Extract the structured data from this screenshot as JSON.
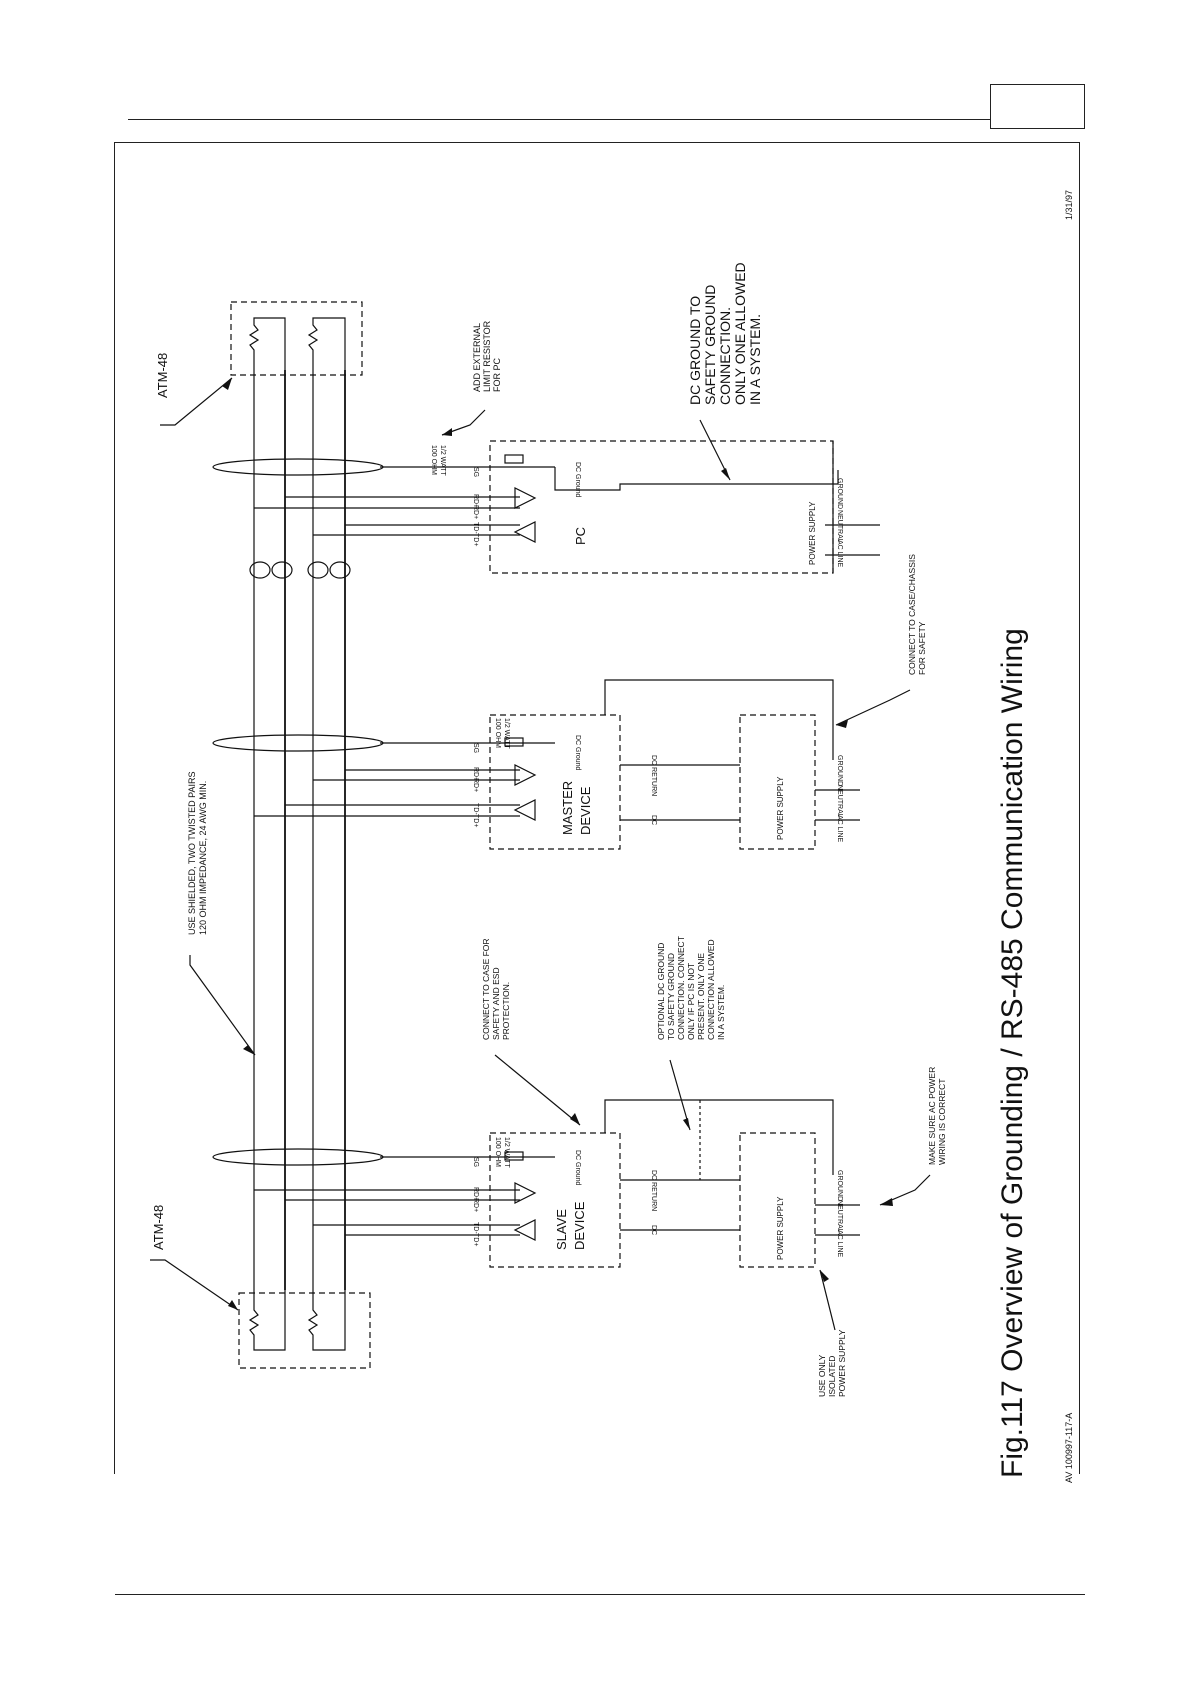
{
  "page": {
    "page_number": ""
  },
  "figure": {
    "caption": "Fig.117  Overview of Grounding / RS-485 Communication Wiring",
    "date": "1/31/97",
    "drawing_number": "AV 100997-117-A"
  },
  "labels": {
    "atm_left": "ATM-48",
    "atm_right": "ATM-48",
    "cable_note": [
      "USE SHIELDED, TWO TWISTED PAIRS",
      "120 OHM IMPEDANCE, 24 AWG MIN."
    ],
    "ext_resistor_note": [
      "ADD EXTERNAL",
      "LIMIT RESISTOR",
      "FOR PC"
    ],
    "dc_ground_note": [
      "DC GROUND TO",
      "SAFETY GROUND",
      "CONNECTION.",
      "ONLY ONE ALLOWED",
      "IN A SYSTEM."
    ],
    "case_chassis_note": [
      "CONNECT TO CASE/CHASSIS",
      "FOR SAFETY"
    ],
    "case_esd_note": [
      "CONNECT TO CASE FOR",
      "SAFETY AND ESD",
      "PROTECTION."
    ],
    "optional_ground_note": [
      "OPTIONAL DC GROUND",
      "TO SAFETY GROUND",
      "CONNECTION. CONNECT",
      "ONLY IF PC IS NOT",
      "PRESENT. ONLY ONE",
      "CONNECTION ALLOWED",
      "IN A SYSTEM."
    ],
    "ac_power_note": [
      "MAKE SURE AC POWER",
      "WIRING IS CORRECT"
    ],
    "isolated_ps_note": [
      "USE ONLY",
      "ISOLATED",
      "POWER SUPPLY"
    ]
  },
  "devices": {
    "pc": {
      "name": "PC",
      "power_supply": "POWER SUPPLY"
    },
    "master": {
      "name": [
        "MASTER",
        "DEVICE"
      ],
      "power_supply": "POWER SUPPLY"
    },
    "slave": {
      "name": [
        "SLAVE",
        "DEVICE"
      ],
      "power_supply": "POWER SUPPLY"
    }
  },
  "terms": {
    "sg": "SG",
    "rd_minus": "RD-",
    "rd_plus": "RD+",
    "td_minus": "TD-",
    "td_plus": "TD+",
    "dc_ground": "DC Ground",
    "resistor": [
      "100 OHM",
      "1/2 WATT"
    ],
    "dc": "DC",
    "dc_return": "DC RETURN",
    "ground": "GROUND",
    "neutral": "NEUTRAL",
    "ac_line": "AC LINE"
  }
}
